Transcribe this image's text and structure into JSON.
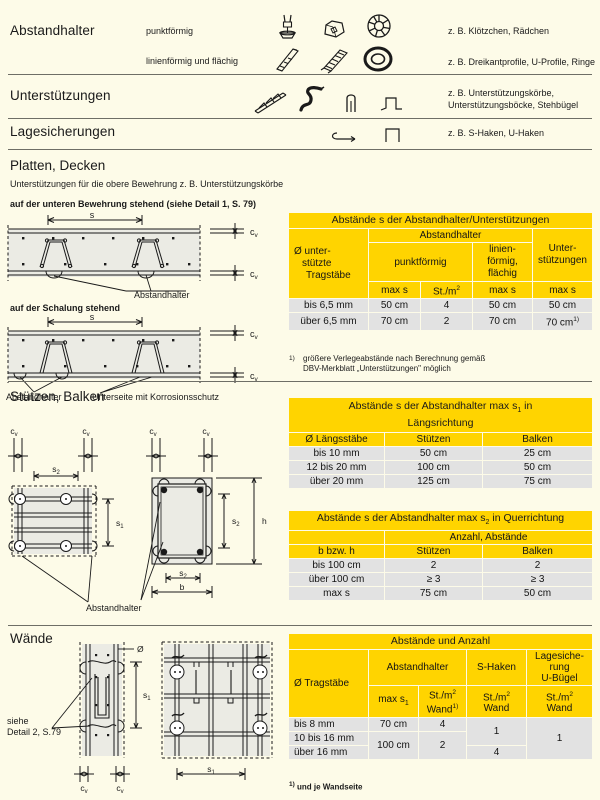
{
  "legend": {
    "rows": [
      {
        "category": "Abstandhalter",
        "subrows": [
          {
            "type": "punktförmig",
            "icons": [
              "spacer-point-clip-icon",
              "spacer-block-icon",
              "spacer-wheel-icon"
            ],
            "examples": "z. B. Klötzchen, Rädchen"
          },
          {
            "type": "linienförmig und flächig",
            "icons": [
              "spacer-triangular-profile-icon",
              "spacer-u-profile-icon",
              "spacer-ring-icon"
            ],
            "examples": "z. B. Dreikantprofile, U-Profile, Ringe"
          }
        ]
      },
      {
        "category": "Unterstützungen",
        "subrows": [
          {
            "type": "",
            "icons": [
              "support-basket-icon",
              "support-wave-icon",
              "support-bracket-icon",
              "support-stirrup-icon"
            ],
            "examples": "z. B. Unterstützungskörbe,\nUnterstützungsböcke, Stehbügel"
          }
        ]
      },
      {
        "category": "Lagesicherungen",
        "subrows": [
          {
            "type": "",
            "icons": [
              "s-hook-icon",
              "u-hook-icon"
            ],
            "examples": "z. B. S-Haken, U-Haken"
          }
        ]
      }
    ]
  },
  "section_platten": {
    "title": "Platten, Decken",
    "note": "Unterstützungen für die obere Bewehrung z. B. Unterstützungskörbe",
    "diagram1_caption": "auf der unteren Bewehrung stehend (siehe Detail 1, S. 79)",
    "diagram1_label_s": "s",
    "diagram1_label_cv": "c",
    "diagram1_label_cv_sub": "v",
    "diagram1_callout": "Abstandhalter",
    "diagram2_caption": "auf der Schalung stehend",
    "diagram2_callout_left": "Abstandhalter",
    "diagram2_callout_right": "Unterseite mit Korrosionsschutz"
  },
  "section_stuetzen": {
    "title": "Stützen, Balken",
    "callout": "Abstandhalter",
    "labels": {
      "cv": "c",
      "cv_sub": "v",
      "s1": "s",
      "s1_sub": "1",
      "s2": "s",
      "s2_sub": "2",
      "b": "b",
      "h": "h"
    }
  },
  "section_waende": {
    "title": "Wände",
    "callout": "siehe\nDetail 2, S.79",
    "callout_line1": "siehe",
    "callout_line2": "Detail 2, S.79",
    "labels": {
      "diameter": "Ø",
      "cv": "c",
      "cv_sub": "v",
      "s1": "s",
      "s1_sub": "1"
    }
  },
  "table_platten": {
    "caption": "Abstände s der Abstandhalter/Unterstützungen",
    "col_head_first": "Ø unter-\nstützte\nTragstäbe",
    "col_head_first_lines": [
      "Ø unter-",
      "stützte",
      "Tragstäbe"
    ],
    "group_abstandhalter": "Abstandhalter",
    "group_unterstuetzungen_lines": [
      "Unter-",
      "stützungen"
    ],
    "sub_punktfoermig": "punktförmig",
    "sub_linienfoermig_lines": [
      "linien-",
      "förmig,",
      "flächig"
    ],
    "unit_row": [
      "max s",
      "St./m",
      "max s",
      "max s"
    ],
    "unit_superscript": "2",
    "rows": [
      {
        "label": "bis 6,5 mm",
        "values": [
          "50 cm",
          "4",
          "50 cm",
          "50 cm"
        ],
        "footnote": ""
      },
      {
        "label": "über 6,5 mm",
        "values": [
          "70 cm",
          "2",
          "70 cm",
          "70 cm"
        ],
        "footnote": "1)"
      }
    ],
    "footnote_marker": "1)",
    "footnote_line1": "größere Verlegeabstände nach Berechnung gemäß",
    "footnote_line2": "DBV-Merkblatt „Unterstützungen\" möglich"
  },
  "table_laengs": {
    "caption_line1": "Abstände s der Abstandhalter max s",
    "caption_sub": "1",
    "caption_line1_end": " in",
    "caption_line2": "Längsrichtung",
    "headers": [
      "Ø Längsstäbe",
      "Stützen",
      "Balken"
    ],
    "rows": [
      {
        "label": "bis 10 mm",
        "values": [
          "50 cm",
          "25 cm"
        ]
      },
      {
        "label": "12 bis 20 mm",
        "values": [
          "100 cm",
          "50 cm"
        ]
      },
      {
        "label": "über 20 mm",
        "values": [
          "125 cm",
          "75 cm"
        ]
      }
    ]
  },
  "table_quer": {
    "caption_line1": "Abstände s der Abstandhalter max s",
    "caption_sub": "2",
    "caption_line1_end": " in Querrichtung",
    "group_header": "Anzahl, Abstände",
    "headers": [
      "b bzw. h",
      "Stützen",
      "Balken"
    ],
    "rows": [
      {
        "label": "bis 100 cm",
        "values": [
          "2",
          "2"
        ]
      },
      {
        "label": "über 100 cm",
        "values": [
          "≥ 3",
          "≥ 3"
        ]
      },
      {
        "label": "max s",
        "values": [
          "75 cm",
          "50 cm"
        ]
      }
    ]
  },
  "table_waende": {
    "caption": "Abstände und Anzahl",
    "col_head_first": "Ø Tragstäbe",
    "group_abstandhalter": "Abstandhalter",
    "group_shaken": "S-Haken",
    "group_lagesicherung_lines": [
      "Lagesiche-",
      "rung",
      "U-Bügel"
    ],
    "unit_maxs": "max s",
    "unit_maxs_sub": "1",
    "unit_stm2": "St./m",
    "unit_sup": "2",
    "unit_wand_fn": "Wand",
    "unit_wand_fn_marker": "1)",
    "unit_wand": "Wand",
    "rows": [
      {
        "label": "bis 8 mm",
        "maxs": "70 cm",
        "stm2": "4"
      },
      {
        "label": "10 bis 16 mm",
        "maxs": "100 cm",
        "stm2": "2"
      },
      {
        "label": "über 16 mm",
        "maxs": "",
        "stm2": ""
      }
    ],
    "shaken_top": "1",
    "shaken_bottom": "4",
    "lagesicherung_value": "1",
    "footnote_marker": "1)",
    "footnote": "und je Wandseite"
  },
  "colors": {
    "page_bg": "#fdfbe8",
    "table_header": "#ffd400",
    "table_data": "#e2e2e2",
    "rule": "#6e6e66",
    "diagram_fill": "#ebebe4",
    "ink": "#1a1a1a"
  }
}
